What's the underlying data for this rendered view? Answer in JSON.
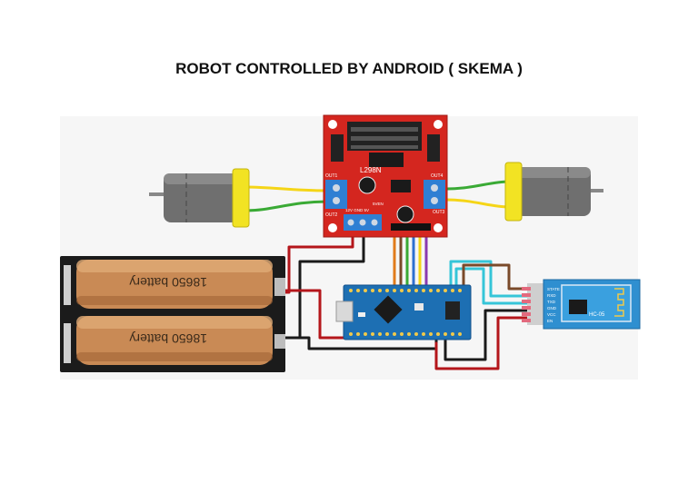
{
  "title": "ROBOT CONTROLLED BY ANDROID ( SKEMA )",
  "driver": {
    "chip": "L298N",
    "out1": "OUT1",
    "out2": "OUT2",
    "out3": "OUT3",
    "out4": "OUT4",
    "power_labels": "12V GND  5V",
    "enable": "5VEN"
  },
  "battery": {
    "cell1": "18650 battery",
    "cell2": "18650 battery"
  },
  "bluetooth": {
    "name": "HC-05",
    "pins": [
      "STATE",
      "RXD",
      "TXD",
      "GND",
      "VCC",
      "EN"
    ]
  },
  "colors": {
    "driver_board": "#d4261f",
    "arduino_board": "#1d6fb3",
    "bt_board": "#2f8fd0",
    "battery_body": "#c98a55",
    "motor_body": "#6f6f6f",
    "motor_cap": "#f2e323",
    "terminal": "#2f7fd3",
    "wire_red": "#b4161b",
    "wire_black": "#1a1a1a",
    "wire_yellow": "#f5d517",
    "wire_green": "#3aaa35",
    "wire_cyan": "#36c5d8",
    "wire_brown": "#7a4a2a"
  }
}
